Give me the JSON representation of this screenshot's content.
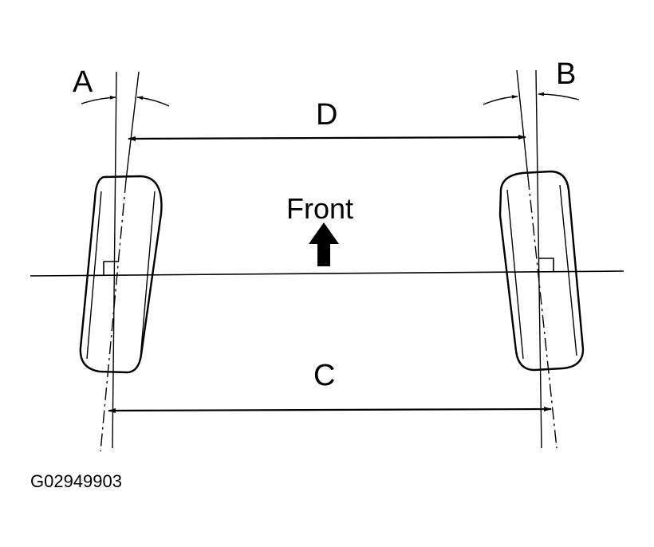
{
  "labels": {
    "angle_left": "A",
    "angle_right": "B",
    "front_distance": "D",
    "rear_distance": "C",
    "direction": "Front"
  },
  "figure_code": "G02949903",
  "colors": {
    "ink": "#000000",
    "background": "#ffffff"
  }
}
